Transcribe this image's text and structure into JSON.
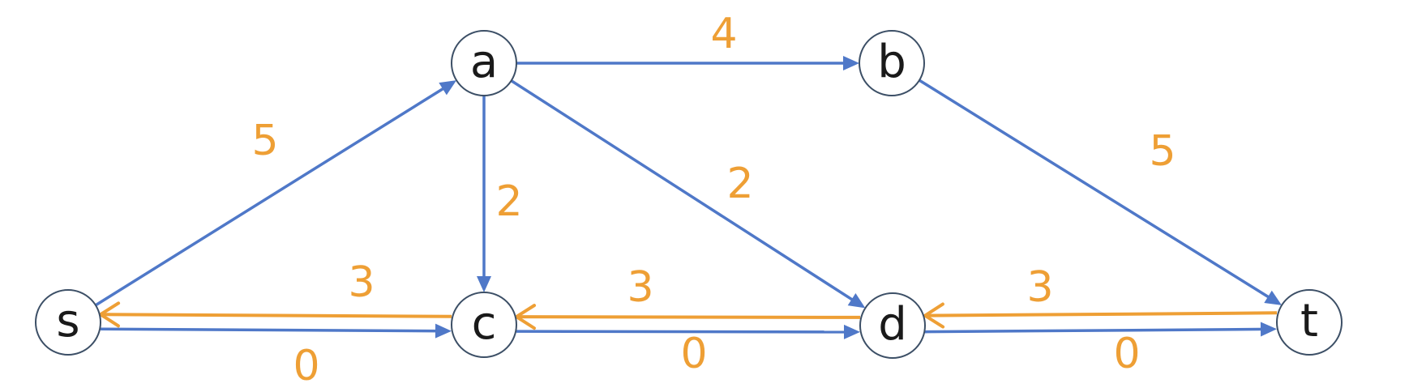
{
  "colors": {
    "forward_edge": "#4f78c8",
    "residual_edge": "#ee9f35",
    "label": "#ee9f35"
  },
  "nodes": [
    {
      "id": "a",
      "label": "a"
    },
    {
      "id": "b",
      "label": "b"
    },
    {
      "id": "s",
      "label": "s"
    },
    {
      "id": "c",
      "label": "c"
    },
    {
      "id": "d",
      "label": "d"
    },
    {
      "id": "t",
      "label": "t"
    }
  ],
  "edges": [
    {
      "id": "a-b",
      "from": "a",
      "to": "b",
      "kind": "forward",
      "label": "4"
    },
    {
      "id": "b-t",
      "from": "b",
      "to": "t",
      "kind": "forward",
      "label": "5"
    },
    {
      "id": "s-a",
      "from": "s",
      "to": "a",
      "kind": "forward",
      "label": "5"
    },
    {
      "id": "a-c",
      "from": "a",
      "to": "c",
      "kind": "forward",
      "label": "2"
    },
    {
      "id": "a-d",
      "from": "a",
      "to": "d",
      "kind": "forward",
      "label": "2"
    },
    {
      "id": "s-c",
      "from": "s",
      "to": "c",
      "kind": "forward",
      "label": "0"
    },
    {
      "id": "c-d",
      "from": "c",
      "to": "d",
      "kind": "forward",
      "label": "0"
    },
    {
      "id": "d-t",
      "from": "d",
      "to": "t",
      "kind": "forward",
      "label": "0"
    },
    {
      "id": "c-s",
      "from": "c",
      "to": "s",
      "kind": "residual",
      "label": "3"
    },
    {
      "id": "d-c",
      "from": "d",
      "to": "c",
      "kind": "residual",
      "label": "3"
    },
    {
      "id": "t-d",
      "from": "t",
      "to": "d",
      "kind": "residual",
      "label": "3"
    }
  ]
}
